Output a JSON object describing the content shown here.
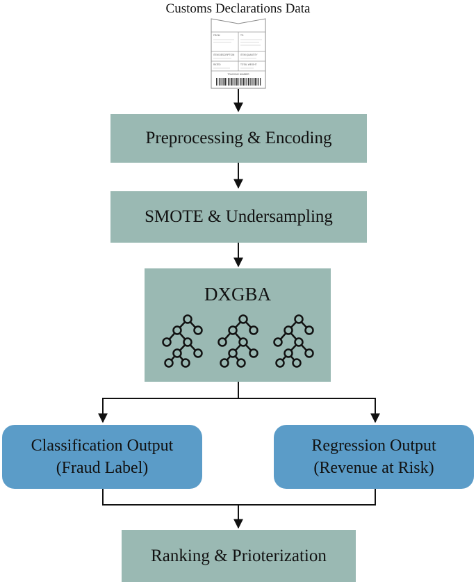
{
  "source": {
    "label": "Customs Declarations Data",
    "icon": "customs-declaration-form-icon",
    "form_fields": [
      "FROM",
      "TO",
      "ITEM DESCRIPTION",
      "ITEM QUANTITY",
      "RATED",
      "TOTAL WEIGHT",
      "TRACKING NUMBER"
    ]
  },
  "steps": [
    {
      "label": "Preprocessing & Encoding"
    },
    {
      "label": "SMOTE & Undersampling"
    },
    {
      "label": "DXGBA",
      "icon": "tree-ensemble-icon"
    }
  ],
  "outputs": [
    {
      "line1": "Classification Output",
      "line2": "(Fraud Label)"
    },
    {
      "line1": "Regression Output",
      "line2": "(Revenue at Risk)"
    }
  ],
  "final": {
    "label": "Ranking & Prioterization"
  },
  "colors": {
    "process_box": "#9ab9b3",
    "output_box": "#5b9cc8",
    "arrow": "#111111"
  }
}
